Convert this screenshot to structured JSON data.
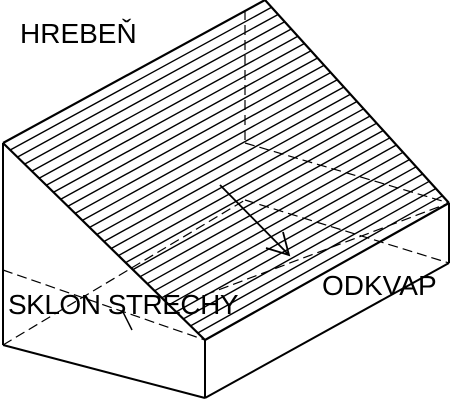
{
  "labels": {
    "ridge": "HREBEŇ",
    "pitch": "SKLON STRECHY",
    "eave": "ODKVAP"
  },
  "colors": {
    "line": "#000000",
    "background": "#ffffff"
  }
}
